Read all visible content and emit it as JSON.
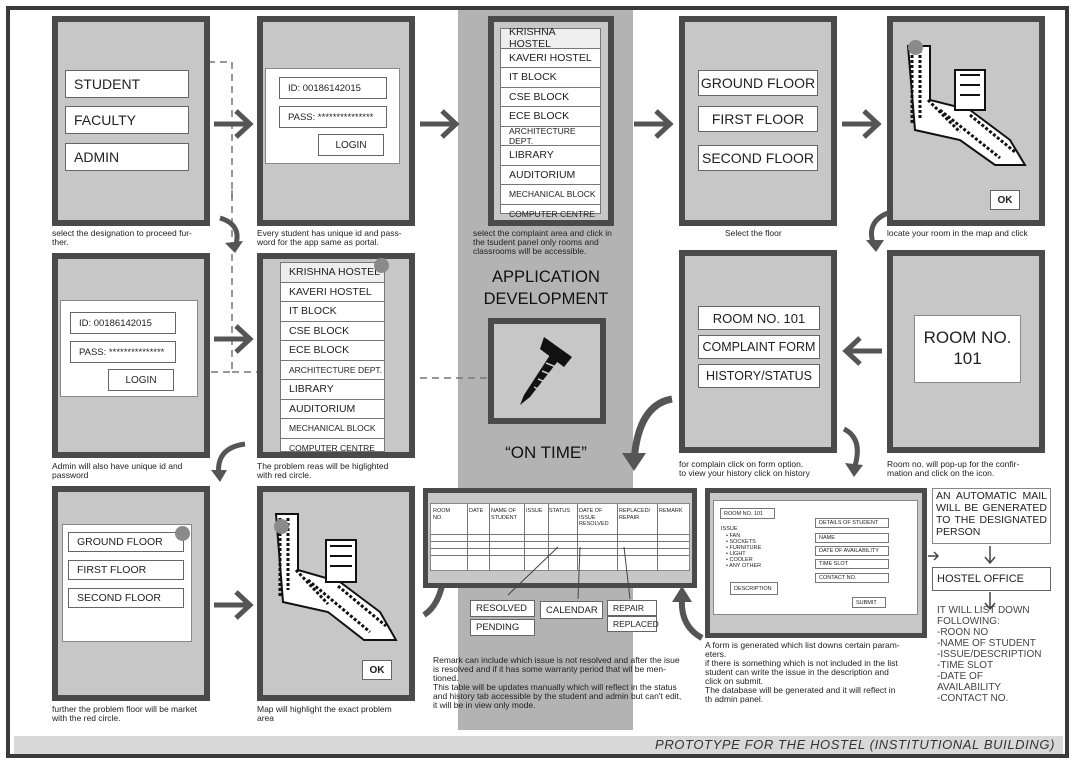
{
  "panel1": {
    "buttons": [
      "STUDENT",
      "FACULTY",
      "ADMIN"
    ],
    "caption": "select the designation to proceed fur-\nther."
  },
  "panel2": {
    "id": "ID: 00186142015",
    "pass": "PASS: ***************",
    "login": "LOGIN",
    "caption": "Every student has unique id and pass-\nword for the app same as portal."
  },
  "panel3": {
    "items": [
      "KRISHNA HOSTEL",
      "KAVERI HOSTEL",
      "IT BLOCK",
      "CSE BLOCK",
      "ECE BLOCK",
      "ARCHITECTURE DEPT.",
      "LIBRARY",
      "AUDITORIUM",
      "MECHANICAL BLOCK",
      "COMPUTER CENTRE"
    ],
    "caption": "select the complaint area and click in\nthe tsudent panel only rooms and\nclassrooms will be accessible."
  },
  "panel4": {
    "floors": [
      "GROUND FLOOR",
      "FIRST FLOOR",
      "SECOND FLOOR"
    ],
    "caption": "Select the floor"
  },
  "panel5": {
    "ok": "OK",
    "caption": "locate your room in the map and click"
  },
  "panel6": {
    "id": "ID: 00186142015",
    "pass": "PASS: ***************",
    "login": "LOGIN",
    "caption": "Admin will also have unique id and\npassword"
  },
  "panel7": {
    "items": [
      "KRISHNA HOSTEL",
      "KAVERI HOSTEL",
      "IT BLOCK",
      "CSE BLOCK",
      "ECE BLOCK",
      "ARCHITECTURE DEPT.",
      "LIBRARY",
      "AUDITORIUM",
      "MECHANICAL BLOCK",
      "COMPUTER CENTRE"
    ],
    "caption": "The problem reas will be higlighted\nwith red circle."
  },
  "center": {
    "title": "APPLICATION\nDEVELOPMENT",
    "tagline": "“ON TIME”"
  },
  "panel8": {
    "buttons": [
      "ROOM NO. 101",
      "COMPLAINT FORM",
      "HISTORY/STATUS"
    ],
    "caption": "for complain click on form option.\nto view your history click on history"
  },
  "panel9": {
    "text": "ROOM NO.\n101",
    "caption": "Room no. will pop-up for the confir-\nmation and click on the icon."
  },
  "panel10": {
    "floors": [
      "GROUND FLOOR",
      "FIRST FLOOR",
      "SECOND FLOOR"
    ],
    "caption": "further the problem floor will be market\nwith the red circle."
  },
  "panel11": {
    "ok": "OK",
    "caption": "Map will highlight the exact problem\narea"
  },
  "table": {
    "headers": [
      "ROOM\nNO.",
      "DATE",
      "NAME OF\nSTUDENT",
      "ISSUE",
      "STATUS",
      "DATE OF\nISSUE\nRESOLVED",
      "REPLACED/\nREPAIR",
      "REMARK"
    ],
    "status_options": [
      "RESOLVED",
      "PENDING"
    ],
    "calendar": "CALENDAR",
    "repair_options": [
      "REPAIR",
      "REPLACED"
    ],
    "caption": "Remark can include which issue is not resolved and after the isue\nis resolved and if it has some warranty period that wil be men-\ntioned.\nThis table will be updates manually which will reflect in the status\nand history tab accessible by the student and admin but can't edit,\nit will be in view only mode."
  },
  "form": {
    "room": "ROOM NO. 101",
    "issue_label": "ISSUE",
    "issues": [
      "FAN",
      "SOCKETS",
      "FURNITURE",
      "LIGHT",
      "COOLER",
      "ANY OTHER"
    ],
    "description": "DESCRIPTION",
    "fields": [
      "DETAILS OF STUDENT",
      "NAME",
      "DATE OF AVAILABILITY",
      "TIME SLOT",
      "CONTACT NO."
    ],
    "submit": "SUBMIT",
    "caption": "A form is generated which list downs certain param-\neters.\nif there is something which is not included in the list\nstudent can write the issue in the description and\nclick on submit.\nThe database will be generated and it will reflect in\nth admin panel."
  },
  "mail": {
    "text": "AN AUTOMATIC MAIL WILL BE GENERATED TO THE DESIGNATED PERSON",
    "office": "HOSTEL OFFICE",
    "list": "IT WILL LIST DOWN\nFOLLOWING:\n-ROON NO\n-NAME OF STUDENT\n-ISSUE/DESCRIPTION\n-TIME SLOT\n-DATE OF\nAVAILABILITY\n-CONTACT NO."
  },
  "footer": "PROTOTYPE FOR THE HOSTEL (INSTITUTIONAL BUILDING)"
}
